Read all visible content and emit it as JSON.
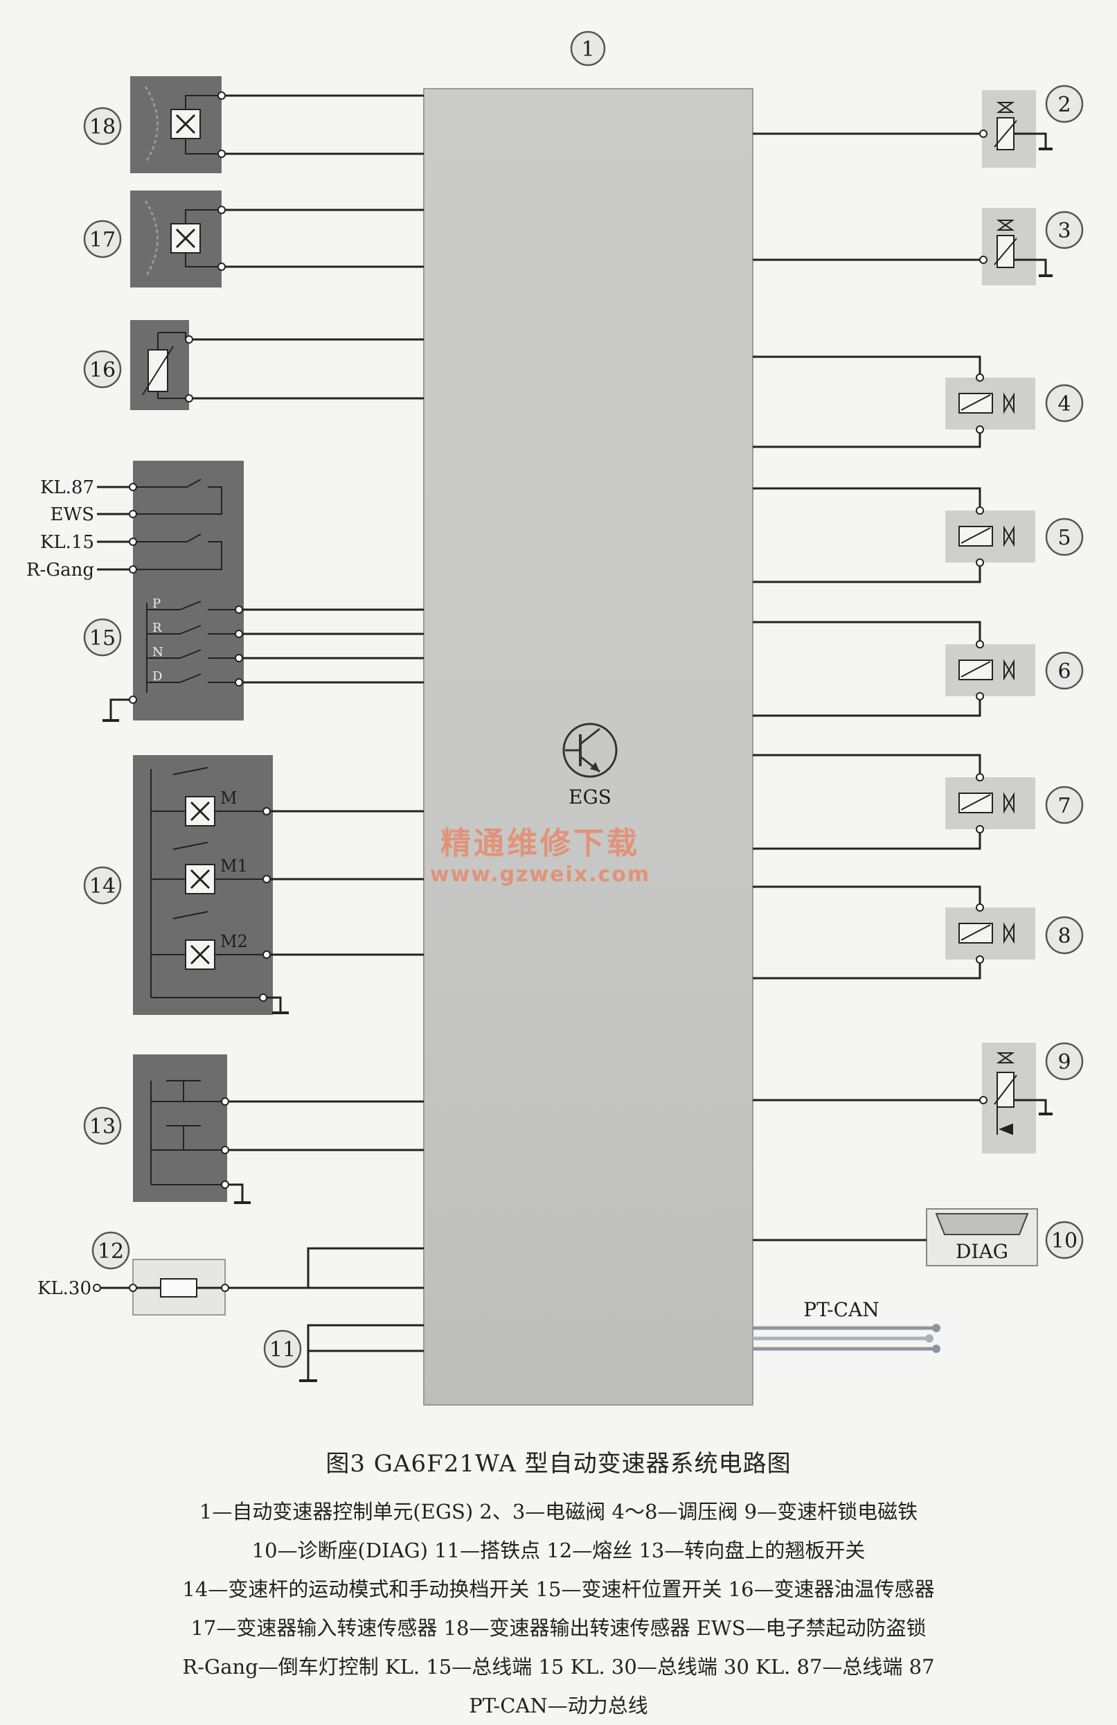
{
  "figure": {
    "title": "图3    GA6F21WA 型自动变速器系统电路图",
    "legend_lines": [
      "1—自动变速器控制单元(EGS)   2、3—电磁阀   4～8—调压阀   9—变速杆锁电磁铁",
      "10—诊断座(DIAG)   11—搭铁点   12—熔丝   13—转向盘上的翘板开关",
      "14—变速杆的运动模式和手动换档开关   15—变速杆位置开关   16—变速器油温传感器",
      "17—变速器输入转速传感器   18—变速器输出转速传感器   EWS—电子禁起动防盗锁",
      "R-Gang—倒车灯控制   KL. 15—总线端 15   KL. 30—总线端 30   KL. 87—总线端 87",
      "PT-CAN—动力总线"
    ]
  },
  "ecu": {
    "number": "1",
    "label": "EGS"
  },
  "callouts": {
    "n2": "2",
    "n3": "3",
    "n4": "4",
    "n5": "5",
    "n6": "6",
    "n7": "7",
    "n8": "8",
    "n9": "9",
    "n10": "10",
    "n11": "11",
    "n12": "12",
    "n13": "13",
    "n14": "14",
    "n15": "15",
    "n16": "16",
    "n17": "17",
    "n18": "18"
  },
  "terminals": {
    "kl87": "KL.87",
    "ews": "EWS",
    "kl15": "KL.15",
    "rgang": "R-Gang",
    "kl30": "KL.30"
  },
  "selector_positions": {
    "p": "P",
    "r": "R",
    "n": "N",
    "d": "D"
  },
  "mode_switch": {
    "m": "M",
    "m1": "M1",
    "m2": "M2"
  },
  "diag_label": "DIAG",
  "bus_label": "PT-CAN",
  "watermark": {
    "line1": "精通维修下载",
    "line2": "www.gzweix.com"
  },
  "colors": {
    "ecu_fill": "#c9c9c7",
    "sensor_dark": "#6b6b6b",
    "valve_fill": "#cfcfcd",
    "wire": "#2a2a2a",
    "bus": "#9aa3ad",
    "watermark": "#e58a6c"
  }
}
